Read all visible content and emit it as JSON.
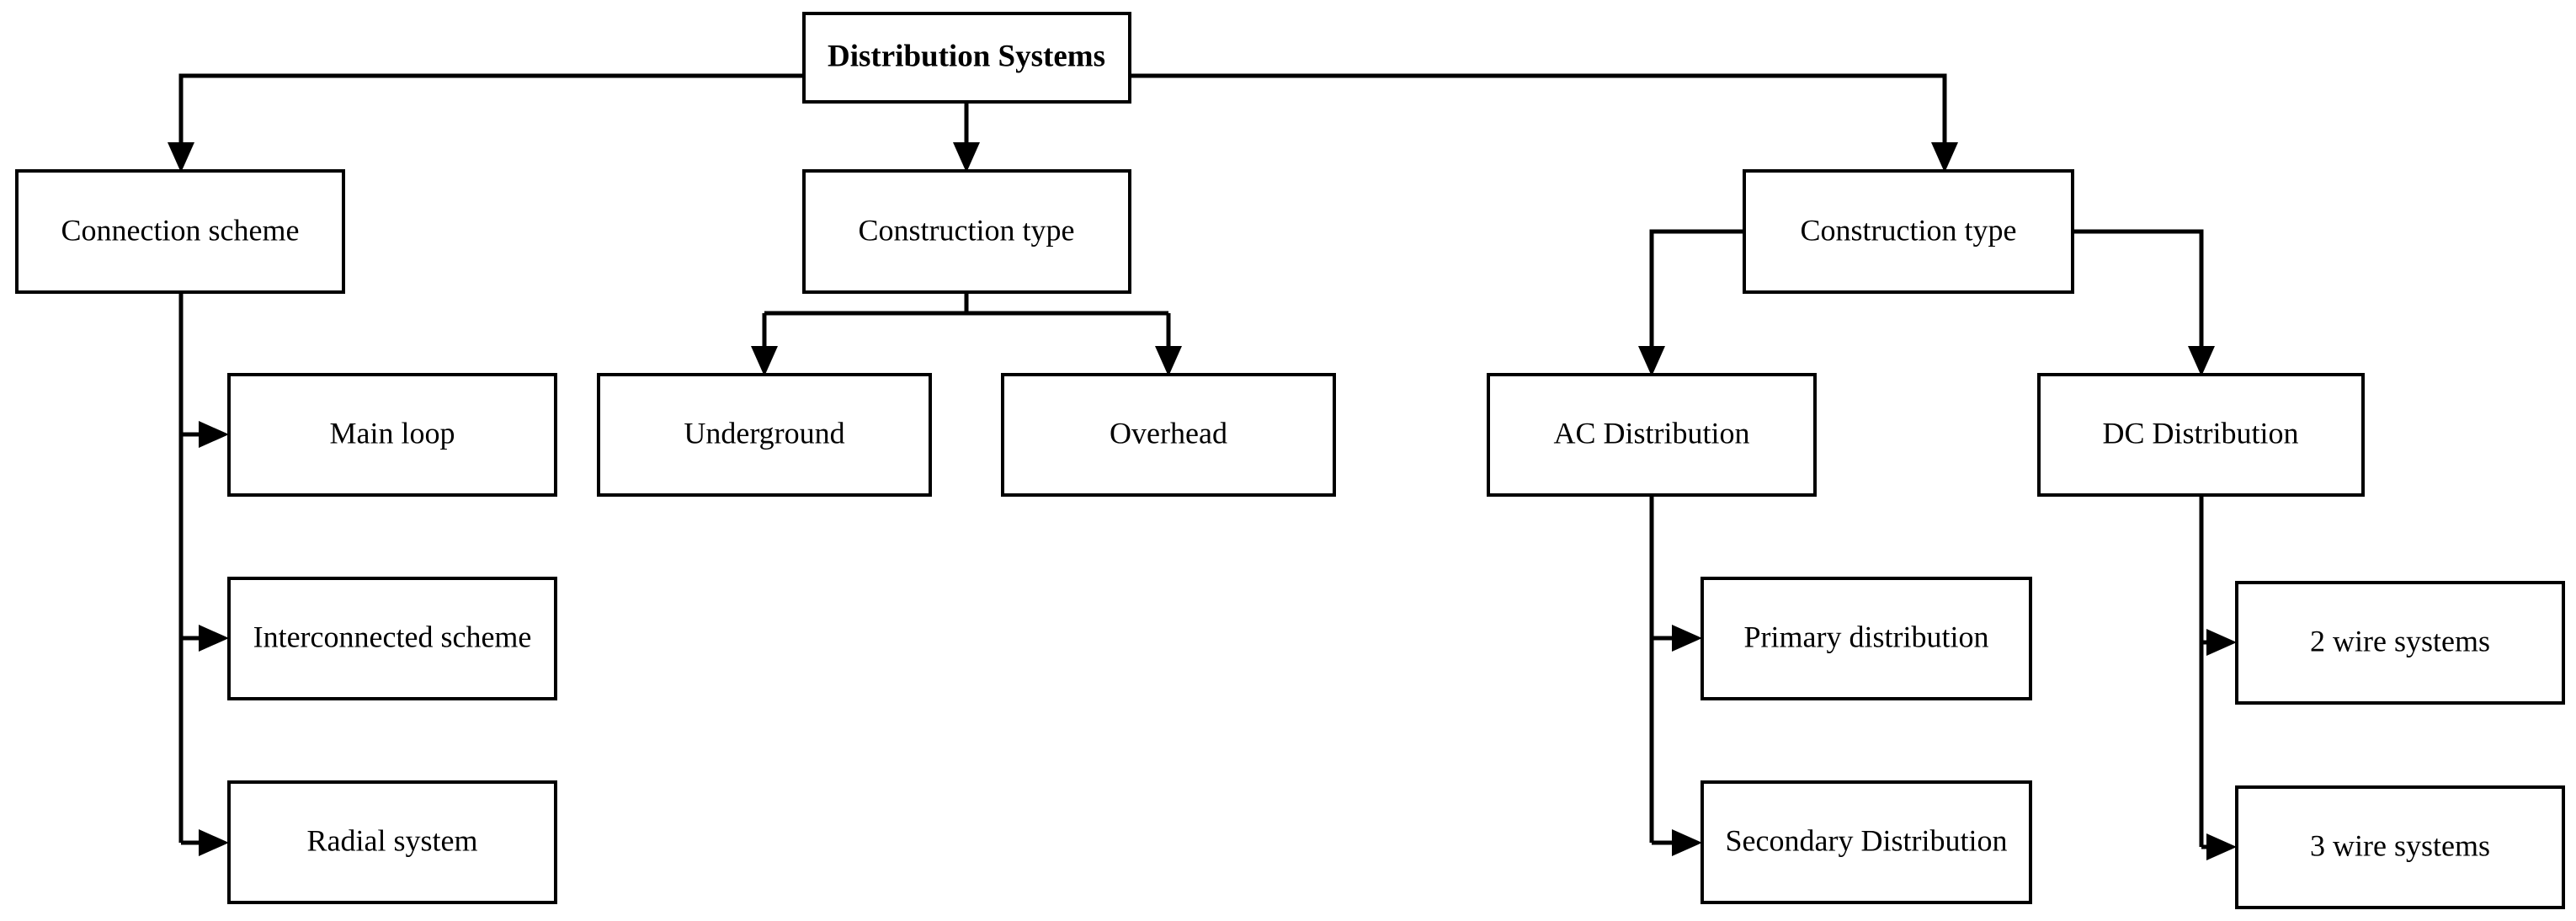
{
  "diagram": {
    "title": "Distribution Systems",
    "type": "hierarchy-flowchart",
    "background_color": "#ffffff",
    "line_color": "#000000",
    "box_fill": "#ffffff",
    "nodes": {
      "root": {
        "label": "Distribution Systems",
        "bold": true
      },
      "connection_scheme": {
        "label": "Connection scheme"
      },
      "construction_type_middle": {
        "label": "Construction type"
      },
      "construction_type_right": {
        "label": "Construction type"
      },
      "main_loop": {
        "label": "Main loop"
      },
      "interconnected_scheme": {
        "label": "Interconnected scheme"
      },
      "radial_system": {
        "label": "Radial system"
      },
      "underground": {
        "label": "Underground"
      },
      "overhead": {
        "label": "Overhead"
      },
      "ac_distribution": {
        "label": "AC Distribution"
      },
      "dc_distribution": {
        "label": "DC Distribution"
      },
      "primary_distribution": {
        "label": "Primary distribution"
      },
      "secondary_distribution": {
        "label": "Secondary Distribution"
      },
      "two_wire_systems": {
        "label": "2 wire systems"
      },
      "three_wire_systems": {
        "label": "3 wire systems"
      }
    },
    "edges": [
      {
        "from": "root",
        "to": "connection_scheme"
      },
      {
        "from": "root",
        "to": "construction_type_middle"
      },
      {
        "from": "root",
        "to": "construction_type_right"
      },
      {
        "from": "connection_scheme",
        "to": "main_loop"
      },
      {
        "from": "connection_scheme",
        "to": "interconnected_scheme"
      },
      {
        "from": "connection_scheme",
        "to": "radial_system"
      },
      {
        "from": "construction_type_middle",
        "to": "underground"
      },
      {
        "from": "construction_type_middle",
        "to": "overhead"
      },
      {
        "from": "construction_type_right",
        "to": "ac_distribution"
      },
      {
        "from": "construction_type_right",
        "to": "dc_distribution"
      },
      {
        "from": "ac_distribution",
        "to": "primary_distribution"
      },
      {
        "from": "ac_distribution",
        "to": "secondary_distribution"
      },
      {
        "from": "dc_distribution",
        "to": "two_wire_systems"
      },
      {
        "from": "dc_distribution",
        "to": "three_wire_systems"
      }
    ]
  }
}
